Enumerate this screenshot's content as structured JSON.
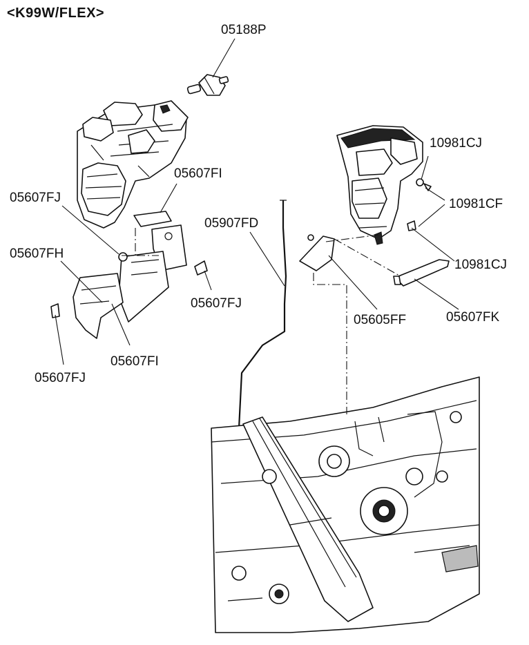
{
  "title": "<K99W/FLEX>",
  "labels": {
    "p05188P": "05188P",
    "p05607FI_top": "05607FI",
    "p05607FJ_left": "05607FJ",
    "p05607FH": "05607FH",
    "p05607FJ_mid": "05607FJ",
    "p05607FI_bottom": "05607FI",
    "p05607FJ_bottom": "05607FJ",
    "p05907FD": "05907FD",
    "p10981CJ_top": "10981CJ",
    "p10981CF": "10981CF",
    "p10981CJ_bottom": "10981CJ",
    "p05605FF": "05605FF",
    "p05607FK": "05607FK"
  }
}
